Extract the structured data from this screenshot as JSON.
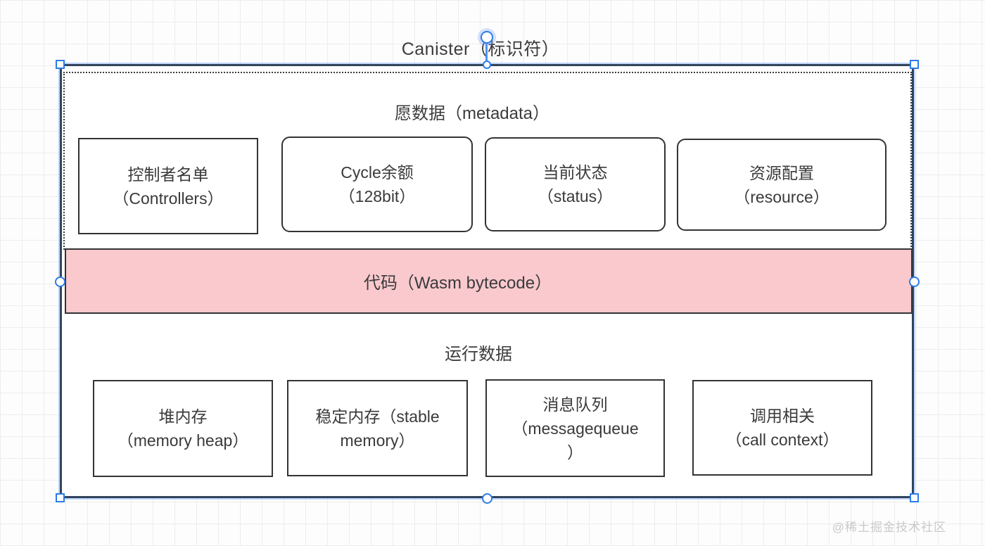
{
  "colors": {
    "shape_border": "#333333",
    "selection_blue": "#2D7CE8",
    "code_bar_fill": "#F9C9CE",
    "container_fill": "#FFFFFF",
    "grid_line": "#EDEDED",
    "text": "#3A3A3A",
    "watermark_text": "#C9C9C9"
  },
  "diagram": {
    "title": "Canister（标识符）",
    "metadata_section": {
      "label": "愿数据（metadata）",
      "boxes": [
        {
          "lines": [
            "控制者名单",
            "（Controllers）"
          ]
        },
        {
          "lines": [
            "Cycle余额",
            "（128bit）"
          ]
        },
        {
          "lines": [
            "当前状态",
            "（status）"
          ]
        },
        {
          "lines": [
            "资源配置",
            "（resource）"
          ]
        }
      ]
    },
    "code_bar": {
      "label": "代码（Wasm bytecode）"
    },
    "runtime_section": {
      "label": "运行数据",
      "boxes": [
        {
          "lines": [
            "堆内存",
            "（memory heap）"
          ]
        },
        {
          "lines": [
            "稳定内存（stable",
            "memory）"
          ]
        },
        {
          "lines": [
            "消息队列",
            "（messagequeue",
            "）"
          ]
        },
        {
          "lines": [
            "调用相关",
            "（call context）"
          ]
        }
      ]
    }
  },
  "watermark": "@稀土掘金技术社区"
}
